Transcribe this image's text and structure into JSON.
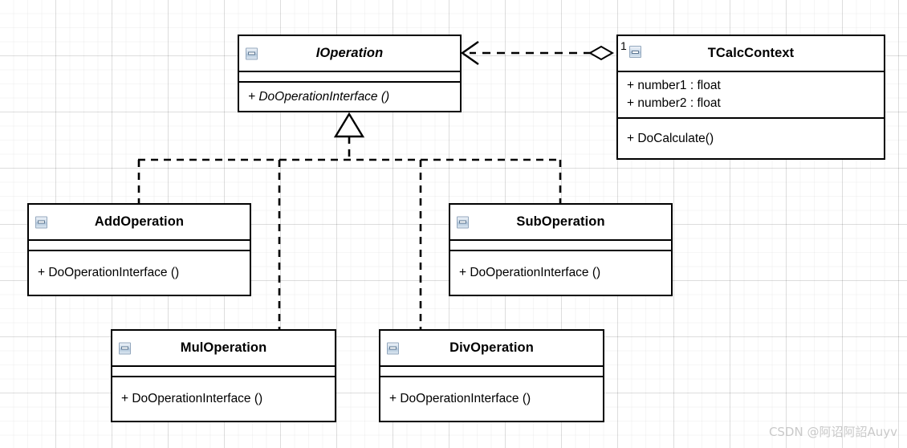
{
  "diagram": {
    "type": "uml-class-diagram",
    "watermark": "CSDN @阿诏阿詔Auyv",
    "colors": {
      "line": "#000000",
      "box_fill": "#ffffff",
      "grid_major": "#d9d9d9",
      "grid_minor": "#f0f0f0",
      "watermark": "#c9c9c9",
      "icon_border": "#93a7bd"
    },
    "classes": [
      {
        "id": "ioperation",
        "name": "IOperation",
        "abstract": true,
        "icon": "collapse-minus-icon",
        "attributes": [],
        "operations": [
          "+ DoOperationInterface ()"
        ]
      },
      {
        "id": "tcalccontext",
        "name": "TCalcContext",
        "abstract": false,
        "icon": "collapse-minus-icon",
        "multiplicity": "1",
        "attributes": [
          "+ number1 : float",
          "+ number2 : float"
        ],
        "operations": [
          "+ DoCalculate()"
        ]
      },
      {
        "id": "addoperation",
        "name": "AddOperation",
        "abstract": false,
        "icon": "collapse-minus-icon",
        "attributes": [],
        "operations": [
          "+ DoOperationInterface ()"
        ]
      },
      {
        "id": "suboperation",
        "name": "SubOperation",
        "abstract": false,
        "icon": "collapse-minus-icon",
        "attributes": [],
        "operations": [
          "+ DoOperationInterface ()"
        ]
      },
      {
        "id": "muloperation",
        "name": "MulOperation",
        "abstract": false,
        "icon": "collapse-minus-icon",
        "attributes": [],
        "operations": [
          "+ DoOperationInterface ()"
        ]
      },
      {
        "id": "divoperation",
        "name": "DivOperation",
        "abstract": false,
        "icon": "collapse-minus-icon",
        "attributes": [],
        "operations": [
          "+ DoOperationInterface ()"
        ]
      }
    ],
    "relationships": [
      {
        "kind": "aggregation-dependency",
        "from": "tcalccontext",
        "to": "ioperation",
        "style": "dashed",
        "source_decoration": "hollow-diamond",
        "target_decoration": "open-arrow",
        "source_multiplicity": "1"
      },
      {
        "kind": "realization",
        "from": "addoperation",
        "to": "ioperation",
        "style": "dashed",
        "target_decoration": "hollow-triangle"
      },
      {
        "kind": "realization",
        "from": "suboperation",
        "to": "ioperation",
        "style": "dashed",
        "target_decoration": "hollow-triangle"
      },
      {
        "kind": "realization",
        "from": "muloperation",
        "to": "ioperation",
        "style": "dashed",
        "target_decoration": "hollow-triangle"
      },
      {
        "kind": "realization",
        "from": "divoperation",
        "to": "ioperation",
        "style": "dashed",
        "target_decoration": "hollow-triangle"
      }
    ]
  }
}
